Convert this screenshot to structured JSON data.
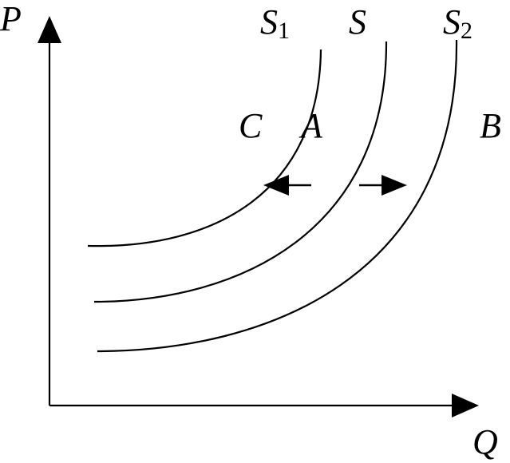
{
  "axes": {
    "y_label": "P",
    "x_label": "Q"
  },
  "curves": [
    {
      "name": "S",
      "subscript": "1"
    },
    {
      "name": "S",
      "subscript": ""
    },
    {
      "name": "S",
      "subscript": "2"
    }
  ],
  "points": {
    "c": "C",
    "a": "A",
    "b": "B"
  },
  "shifts": [
    "left",
    "right"
  ],
  "colors": {
    "ink": "#000000",
    "background": "#ffffff"
  }
}
